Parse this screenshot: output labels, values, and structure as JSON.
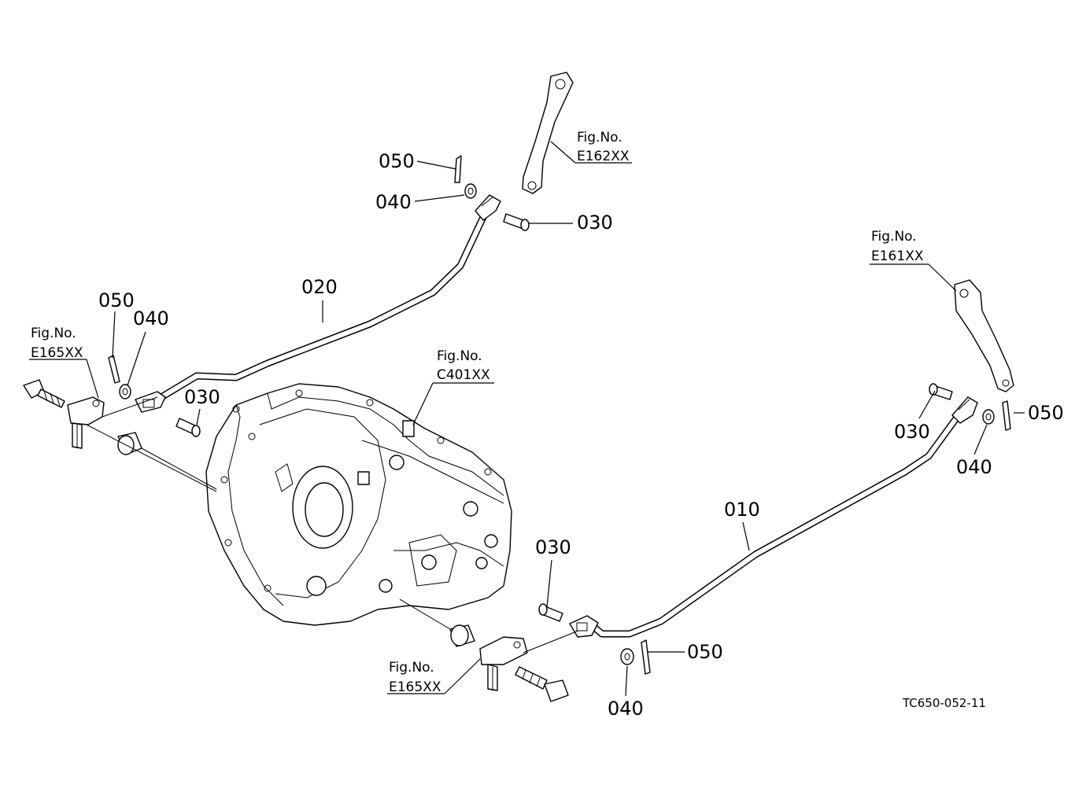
{
  "labels": {
    "p010": "010",
    "p020": "020",
    "p030_top": "030",
    "p030_left": "030",
    "p030_right": "030",
    "p030_bottom": "030",
    "p040_top": "040",
    "p040_left": "040",
    "p040_right": "040",
    "p040_bottom": "040",
    "p050_top": "050",
    "p050_left": "050",
    "p050_right": "050",
    "p050_bottom": "050"
  },
  "references": {
    "e162": {
      "line1": "Fig.No.",
      "line2": "E162XX"
    },
    "e161": {
      "line1": "Fig.No.",
      "line2": "E161XX"
    },
    "e165_left": {
      "line1": "Fig.No.",
      "line2": "E165XX"
    },
    "c401": {
      "line1": "Fig.No.",
      "line2": "C401XX"
    },
    "e165_bottom": {
      "line1": "Fig.No.",
      "line2": "E165XX"
    }
  },
  "drawing_code": "TC650-052-11"
}
